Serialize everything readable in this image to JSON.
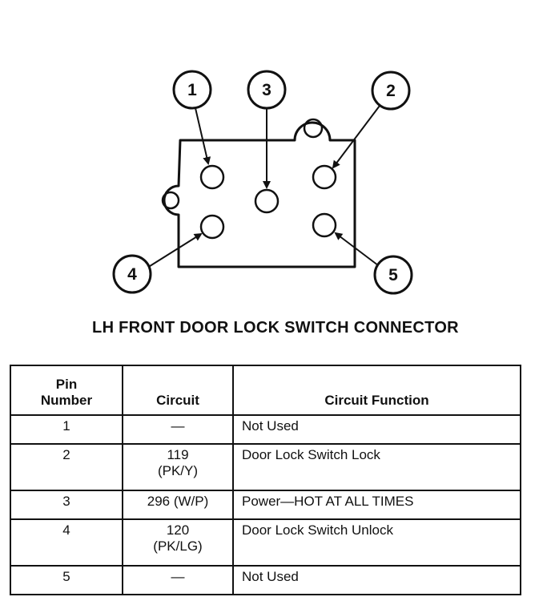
{
  "diagram": {
    "title": "LH FRONT DOOR LOCK SWITCH CONNECTOR",
    "callouts": [
      "1",
      "3",
      "2",
      "4",
      "5"
    ]
  },
  "table": {
    "headers": {
      "pin_line1": "Pin",
      "pin_line2": "Number",
      "circuit": "Circuit",
      "function": "Circuit Function"
    },
    "rows": [
      {
        "pin": "1",
        "circuit_line1": "—",
        "circuit_line2": "",
        "function": "Not Used"
      },
      {
        "pin": "2",
        "circuit_line1": "119",
        "circuit_line2": "(PK/Y)",
        "function": "Door Lock Switch Lock"
      },
      {
        "pin": "3",
        "circuit_line1": "296 (W/P)",
        "circuit_line2": "",
        "function": "Power—HOT AT ALL TIMES"
      },
      {
        "pin": "4",
        "circuit_line1": "120",
        "circuit_line2": "(PK/LG)",
        "function": "Door Lock Switch Unlock"
      },
      {
        "pin": "5",
        "circuit_line1": "—",
        "circuit_line2": "",
        "function": "Not Used"
      }
    ]
  }
}
